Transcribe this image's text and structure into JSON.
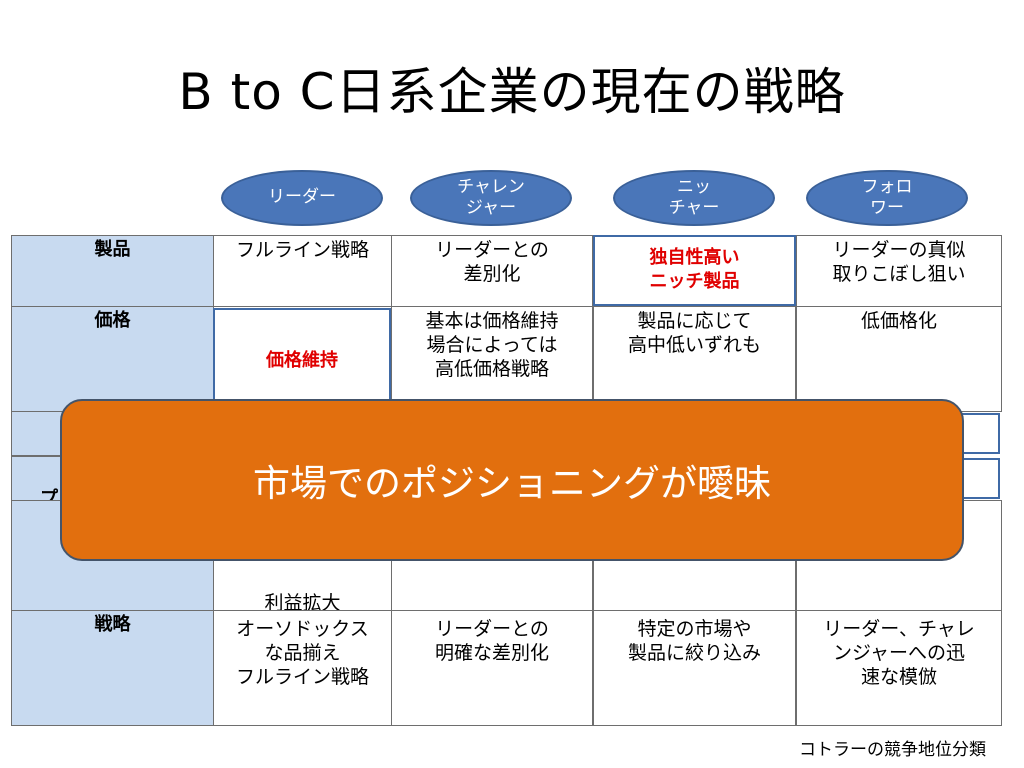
{
  "title": "B to C日系企業の現在の戦略",
  "positions": [
    "リーダー",
    "チャレン\nジャー",
    "ニッ\nチャー",
    "フォロ\nワー"
  ],
  "rows": {
    "product": {
      "header": "製品",
      "cells": [
        "フルライン戦略",
        "リーダーとの\n差別化",
        "独自性高い\nニッチ製品",
        "リーダーの真似\n取りこぼし狙い"
      ]
    },
    "price": {
      "header": "価格",
      "cells": [
        "価格維持",
        "基本は価格維持\n場合によっては\n高低価格戦略",
        "製品に応じて\n高中低いずれも",
        "低価格化"
      ]
    },
    "promo": {
      "header": "プ",
      "leader_tail": "利益拡大"
    },
    "strategy": {
      "header": "戦略",
      "cells": [
        "オーソドックス\nな品揃え\nフルライン戦略",
        "リーダーとの\n明確な差別化",
        "特定の市場や\n製品に絞り込み",
        "リーダー、チャレ\nンジャーへの迅\n速な模倣"
      ]
    }
  },
  "overlay_text": "市場でのポジショニングが曖昧",
  "source": "コトラーの競争地位分類",
  "colors": {
    "oval": "#4a76b9",
    "header_bg": "#c8daf0",
    "highlight_text": "#e00000",
    "overlay_bg": "#e26f0e"
  }
}
